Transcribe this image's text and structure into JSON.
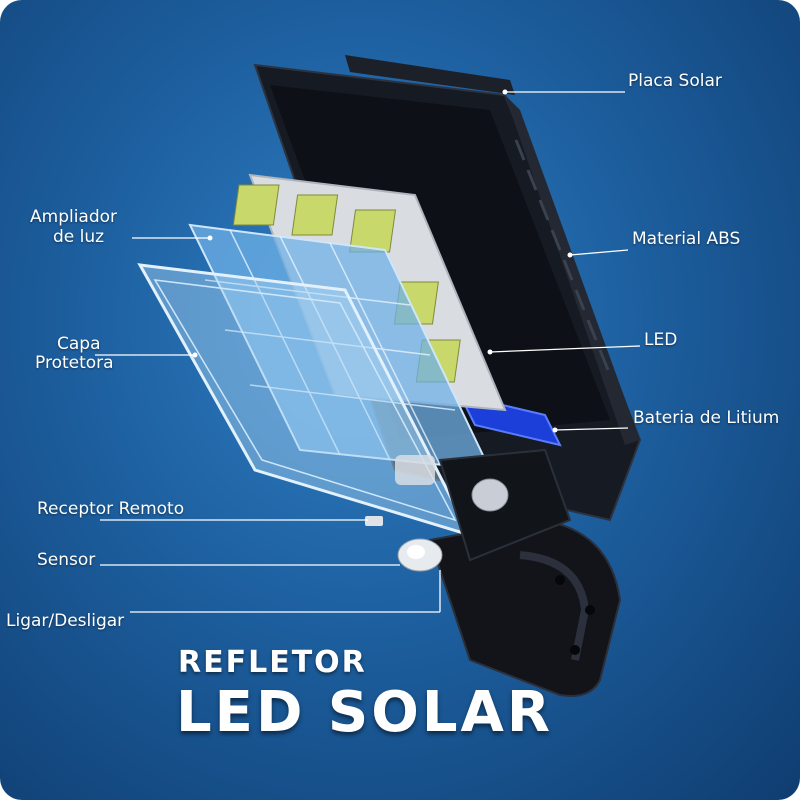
{
  "labels": {
    "placa_solar": "Placa Solar",
    "material_abs": "Material ABS",
    "led": "LED",
    "bateria": "Bateria de Litium",
    "ampliador_line1": "Ampliador",
    "ampliador_line2": "de luz",
    "capa_line1": "Capa",
    "capa_line2": "Protetora",
    "receptor": "Receptor Remoto",
    "sensor": "Sensor",
    "ligar": "Ligar/Desligar"
  },
  "title": {
    "line1": "REFLETOR",
    "line2": "LED SOLAR"
  },
  "colors": {
    "background": "#1d5f9f",
    "housing": "#141820",
    "led_chip": "#c9d86a",
    "battery": "#1b3fd8",
    "lens": "#8fc3ee"
  }
}
